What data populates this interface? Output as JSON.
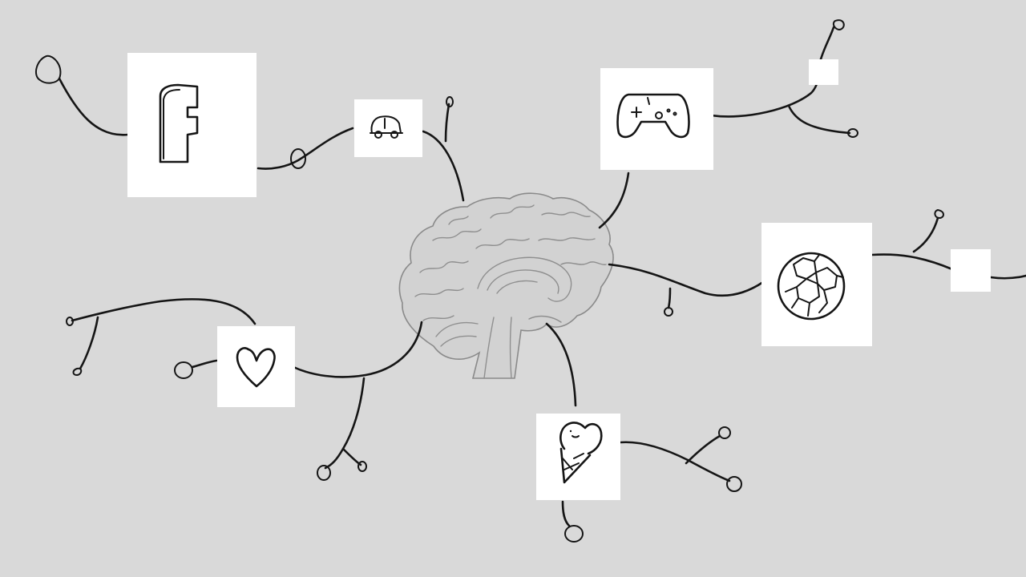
{
  "diagram": {
    "center": {
      "icon": "brain-illustration"
    },
    "topics": [
      {
        "id": "facebook",
        "icon": "facebook-f-icon"
      },
      {
        "id": "car",
        "icon": "car-icon"
      },
      {
        "id": "gaming",
        "icon": "gamepad-icon"
      },
      {
        "id": "football",
        "icon": "soccer-ball-icon"
      },
      {
        "id": "love",
        "icon": "heart-icon"
      },
      {
        "id": "ice-cream",
        "icon": "ice-cream-icon"
      }
    ],
    "colors": {
      "background": "#d9d9d9",
      "card": "#ffffff",
      "ink": "#151515",
      "brain_fill": "#d2d2d2",
      "brain_line": "#8f8f8f"
    }
  }
}
